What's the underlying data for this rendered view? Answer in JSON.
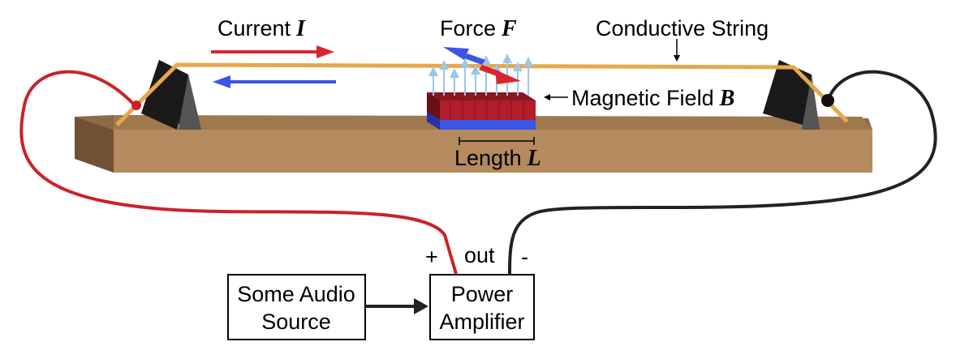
{
  "labels": {
    "current": "Current",
    "current_symbol": "I",
    "force": "Force",
    "force_symbol": "F",
    "conductive_string": "Conductive String",
    "magnetic_field": "Magnetic Field",
    "magnetic_field_symbol": "B",
    "length": "Length",
    "length_symbol": "L"
  },
  "amplifier": {
    "plus": "+",
    "out": "out",
    "minus": "-",
    "line1": "Power",
    "line2": "Amplifier"
  },
  "audio_source": {
    "line1": "Some Audio",
    "line2": "Source"
  },
  "colors": {
    "string": "#E6A84A",
    "wood": "#B48A5E",
    "wire_positive": "#C9232A",
    "wire_negative": "#222222",
    "arrow_red": "#D9262E",
    "arrow_blue": "#3B55E6",
    "field_lines": "#9CC6E8"
  }
}
